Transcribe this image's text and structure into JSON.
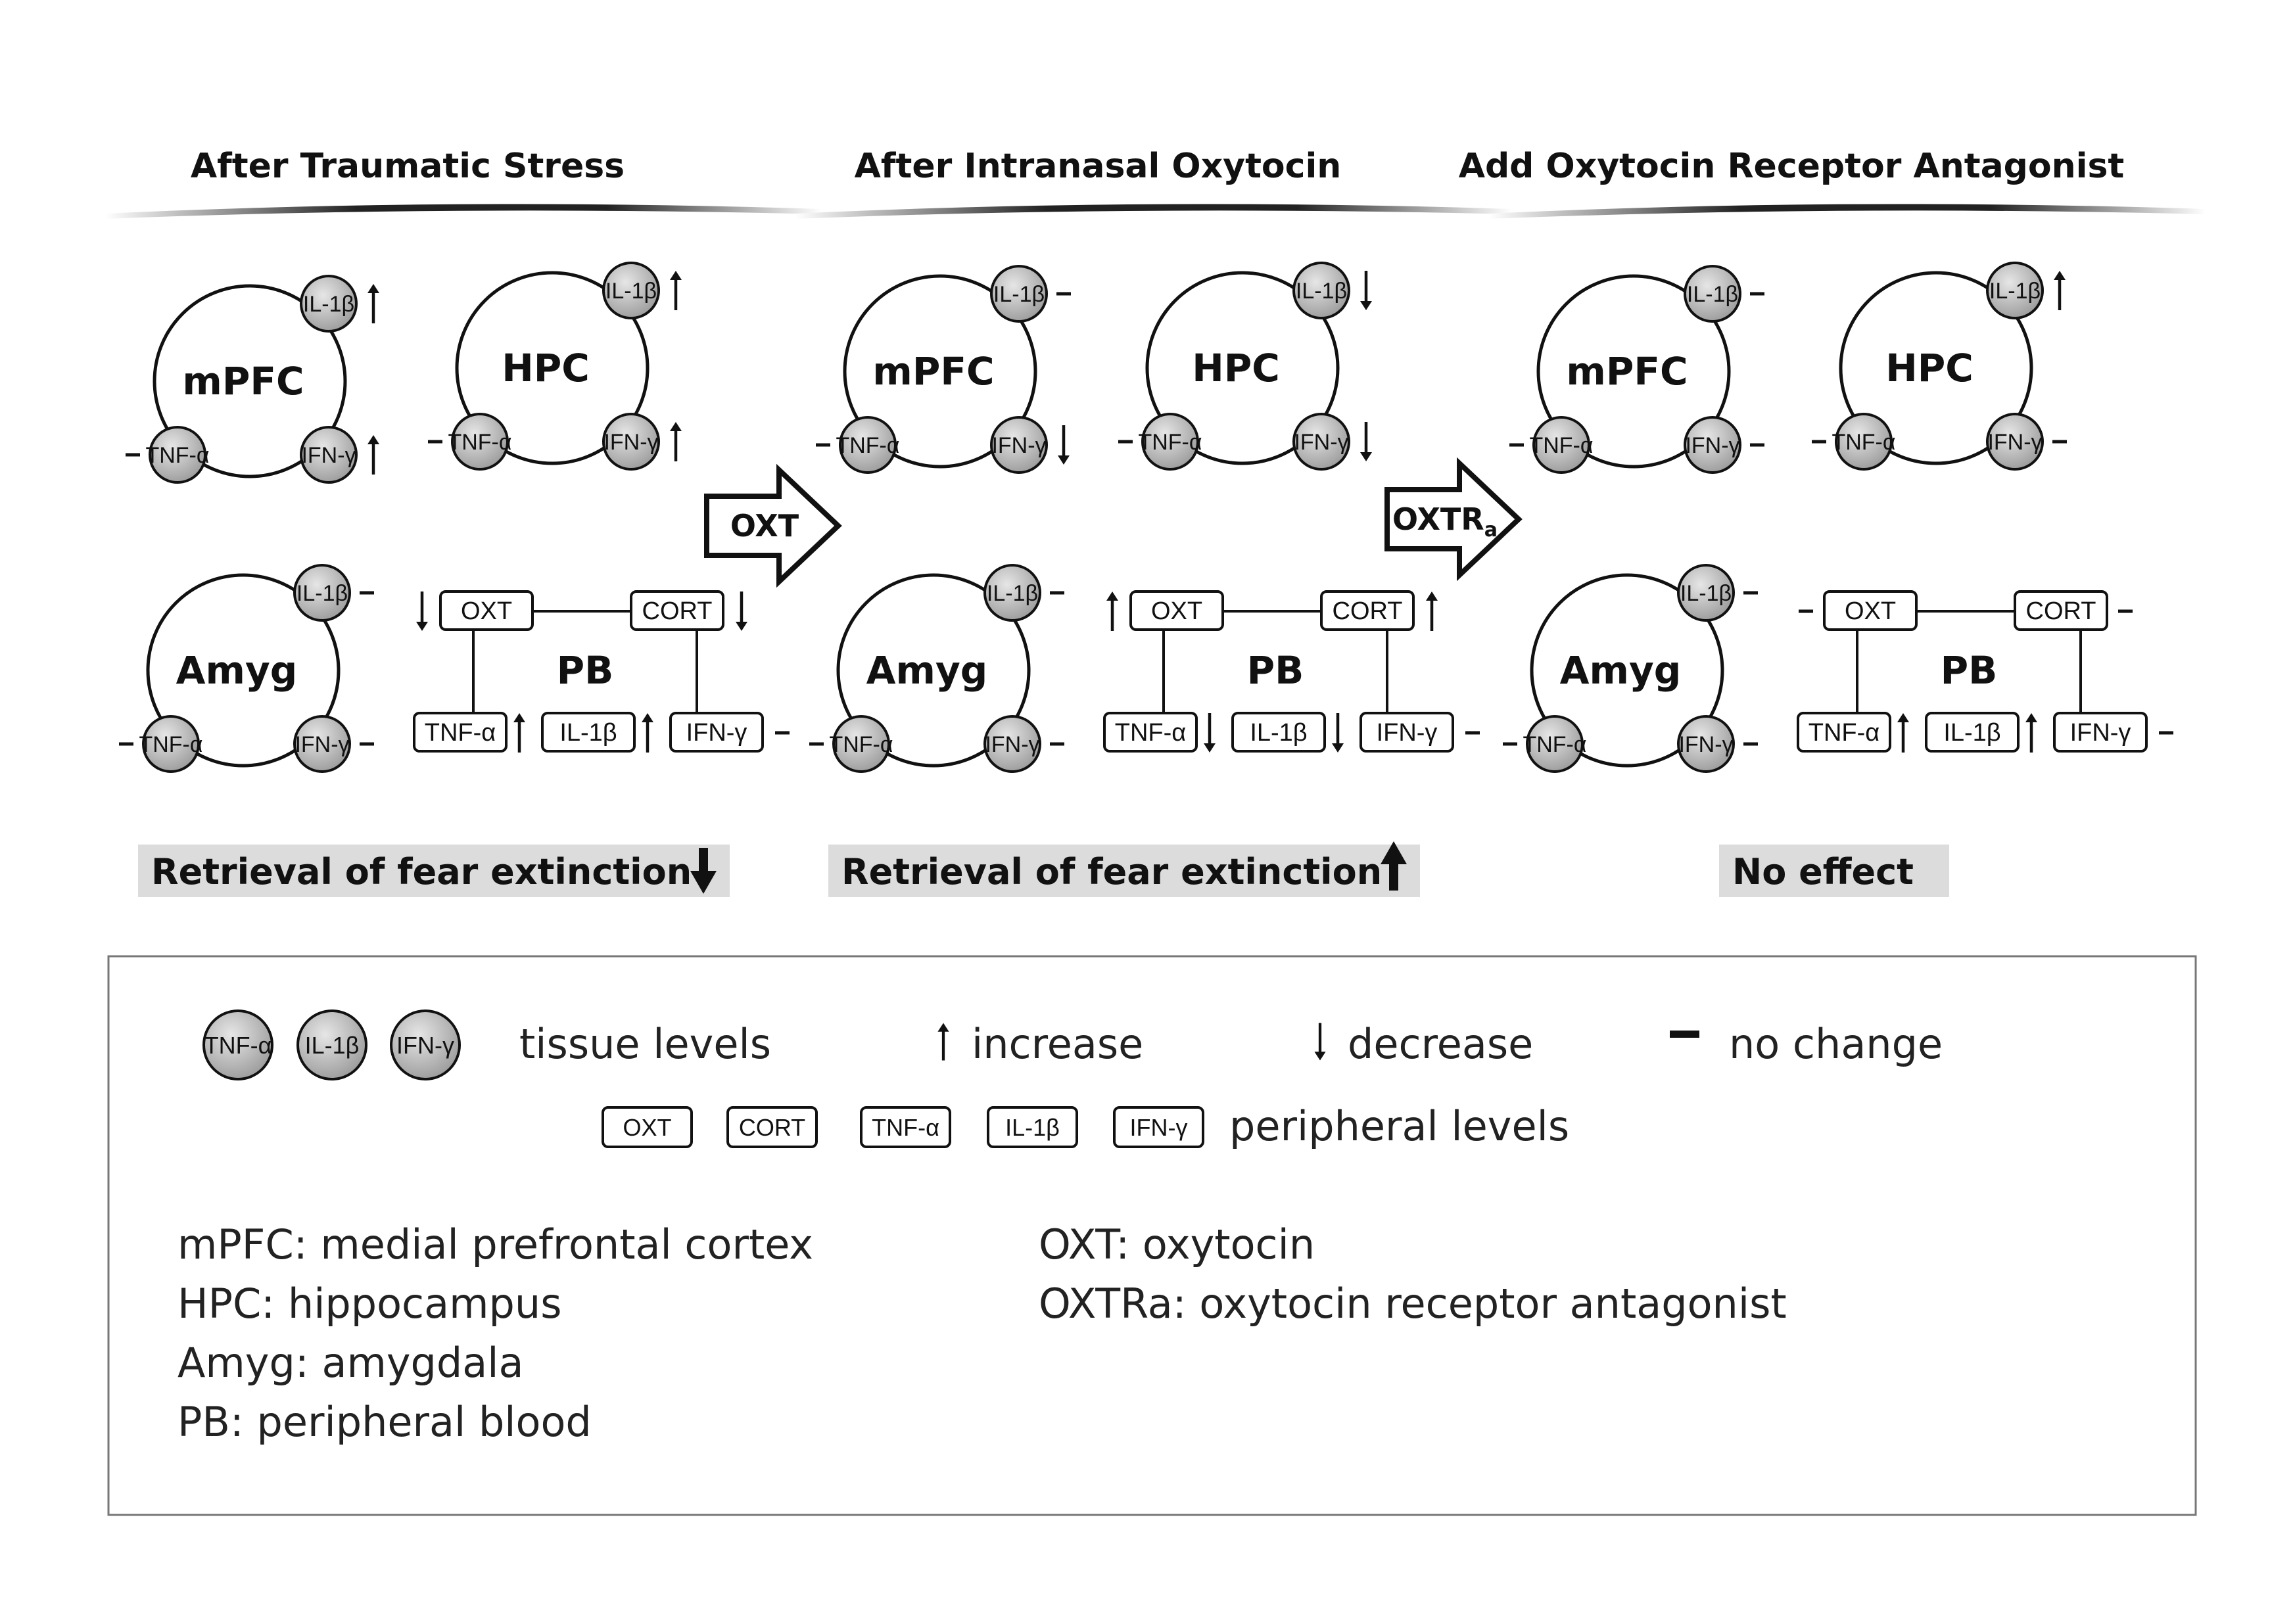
{
  "panels": [
    {
      "title": "After Traumatic Stress",
      "regions": {
        "mpfc": {
          "name": "mPFC",
          "il1b": "up",
          "tnfa": "none",
          "ifng": "up"
        },
        "hpc": {
          "name": "HPC",
          "il1b": "up",
          "tnfa": "none",
          "ifng": "up"
        },
        "amyg": {
          "name": "Amyg",
          "il1b": "none",
          "tnfa": "none",
          "ifng": "none"
        }
      },
      "pb": {
        "name": "PB",
        "oxt": "down",
        "cort": "down",
        "tnfa": "up",
        "il1b": "up",
        "ifng": "none"
      },
      "outcome": "Retrieval of fear extinction",
      "outcome_dir": "down"
    },
    {
      "title": "After Intranasal Oxytocin",
      "regions": {
        "mpfc": {
          "name": "mPFC",
          "il1b": "none",
          "tnfa": "none",
          "ifng": "down"
        },
        "hpc": {
          "name": "HPC",
          "il1b": "down",
          "tnfa": "none",
          "ifng": "down"
        },
        "amyg": {
          "name": "Amyg",
          "il1b": "none",
          "tnfa": "none",
          "ifng": "none"
        }
      },
      "pb": {
        "name": "PB",
        "oxt": "up",
        "cort": "up",
        "tnfa": "down",
        "il1b": "down",
        "ifng": "none"
      },
      "outcome": "Retrieval of fear extinction",
      "outcome_dir": "up"
    },
    {
      "title": "Add Oxytocin Receptor Antagonist",
      "regions": {
        "mpfc": {
          "name": "mPFC",
          "il1b": "none",
          "tnfa": "none",
          "ifng": "none"
        },
        "hpc": {
          "name": "HPC",
          "il1b": "up",
          "tnfa": "none",
          "ifng": "none"
        },
        "amyg": {
          "name": "Amyg",
          "il1b": "none",
          "tnfa": "none",
          "ifng": "none"
        }
      },
      "pb": {
        "name": "PB",
        "oxt": "none",
        "cort": "none",
        "tnfa": "up",
        "il1b": "up",
        "ifng": "none"
      },
      "outcome": "No effect",
      "outcome_dir": "none"
    }
  ],
  "labels": {
    "tnfa_node": "TNF-α",
    "il1b": "IL-1β",
    "ifng": "IFN-γ",
    "oxt": "OXT",
    "cort": "CORT",
    "tnfa_box": "TNF-α"
  },
  "transitions": [
    {
      "label": "OXT",
      "sub": ""
    },
    {
      "label": "OXTR",
      "sub": "a"
    }
  ],
  "legend": {
    "tissue_levels": "tissue levels",
    "increase": "increase",
    "decrease": "decrease",
    "no_change": "no change",
    "peripheral_levels": "peripheral levels",
    "definitions_left": [
      "mPFC: medial prefrontal cortex",
      "HPC: hippocampus",
      "Amyg: amygdala",
      "PB: peripheral blood"
    ],
    "definitions_right": [
      "OXT: oxytocin",
      "OXTRa: oxytocin receptor antagonist"
    ]
  }
}
